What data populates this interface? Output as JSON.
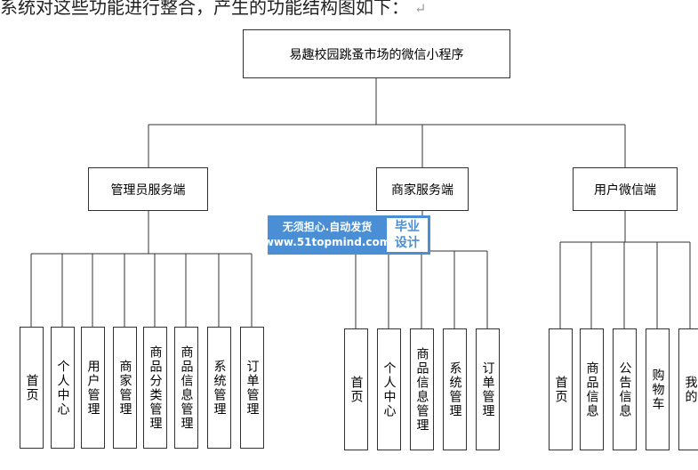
{
  "caption": {
    "text": "系统对这些功能进行整合，产生的功能结构图如下：",
    "return_mark": "↵"
  },
  "root": {
    "label": "易趣校园跳蚤市场的微信小程序"
  },
  "branches": [
    {
      "label": "管理员服务端",
      "children": [
        "首页",
        "个人中心",
        "用户管理",
        "商家管理",
        "商品分类管理",
        "商品信息管理",
        "系统管理",
        "订单管理"
      ]
    },
    {
      "label": "商家服务端",
      "children": [
        "首页",
        "个人中心",
        "商品信息管理",
        "系统管理",
        "订单管理"
      ]
    },
    {
      "label": "用户微信端",
      "children": [
        "首页",
        "商品信息",
        "公告信息",
        "购物车",
        "我的"
      ]
    }
  ],
  "watermark": {
    "line1": "无须担心.自动发货",
    "line2": "www.51topmind.com",
    "tag1": "毕业",
    "tag2": "设计"
  }
}
